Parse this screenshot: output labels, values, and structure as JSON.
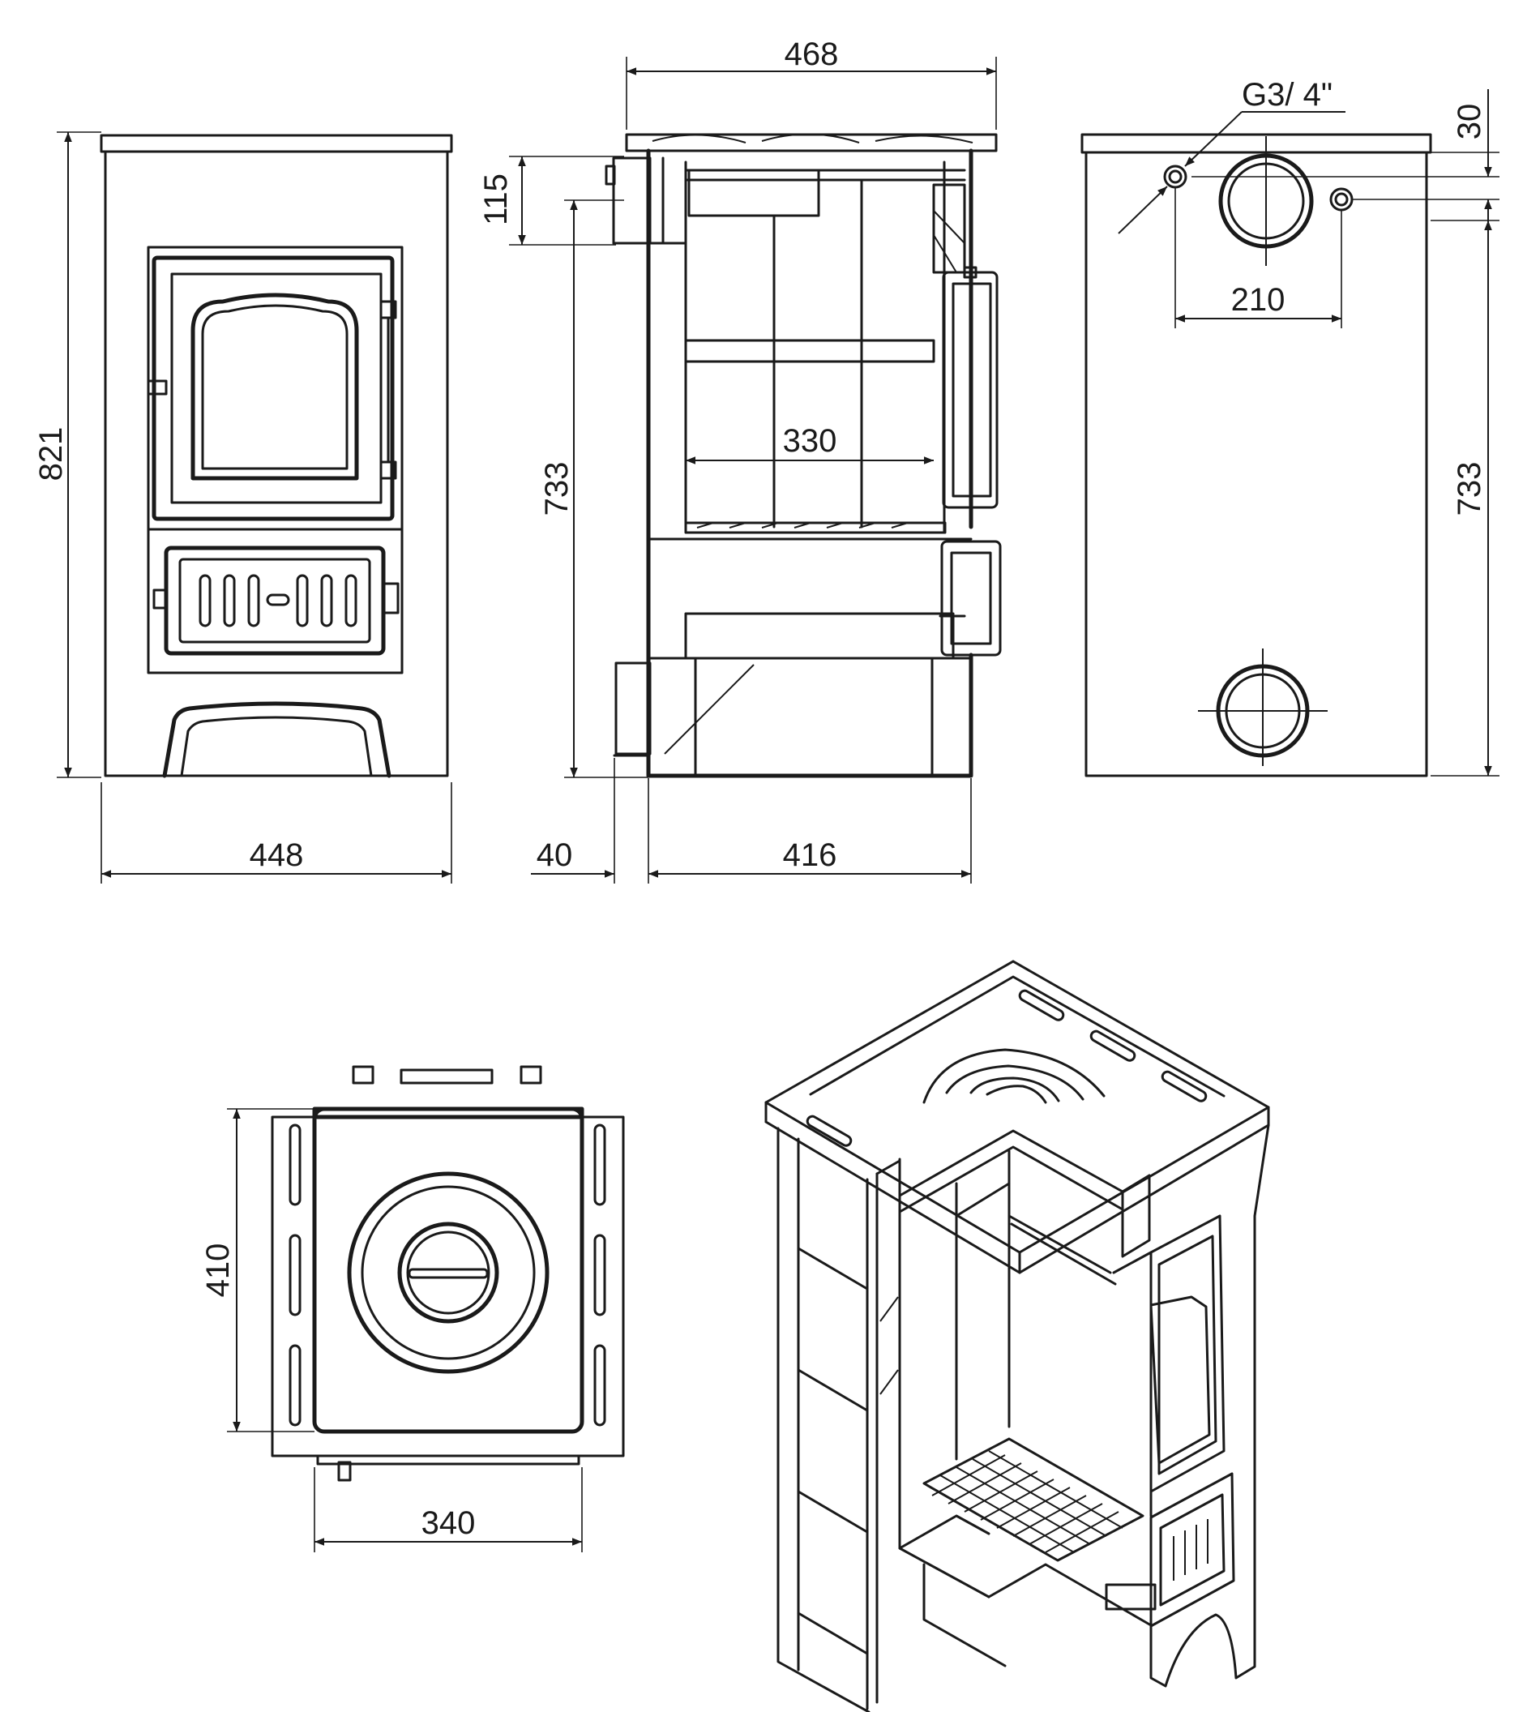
{
  "dimensions": {
    "front_height": "821",
    "front_width": "448",
    "side_top_width": "468",
    "side_flue_offset": "115",
    "side_height": "733",
    "side_inner_width": "330",
    "side_back_offset": "40",
    "side_depth": "416",
    "back_connection_label": "G3/ 4\"",
    "back_top_offset": "30",
    "back_spacing": "210",
    "back_height": "733",
    "top_depth": "410",
    "top_width": "340"
  },
  "colors": {
    "line": "#1a1a1a",
    "background": "#ffffff"
  }
}
